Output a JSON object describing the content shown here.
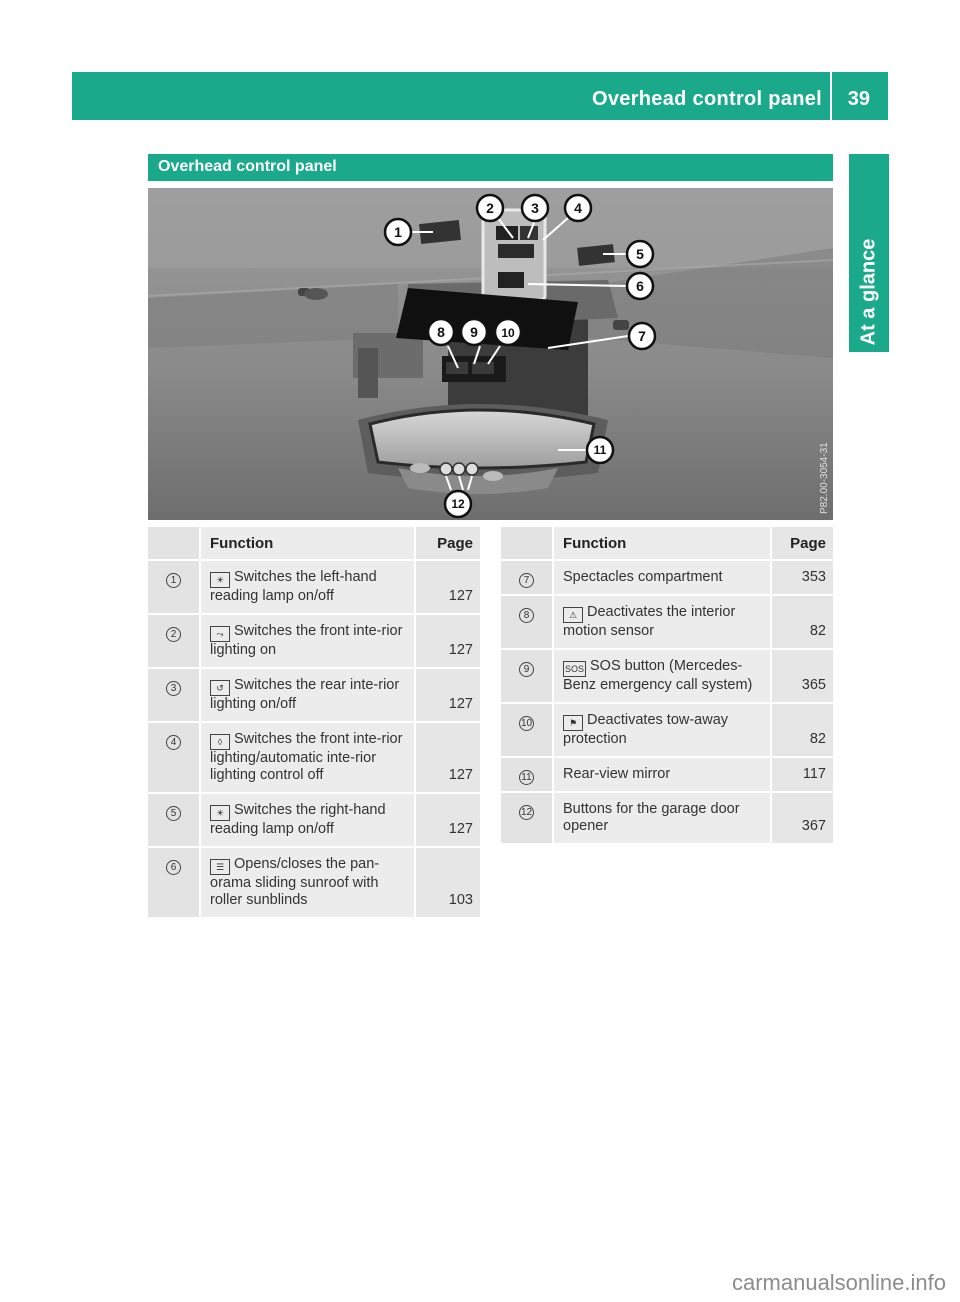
{
  "header": {
    "title": "Overhead control panel",
    "page_number": "39"
  },
  "side_tab": {
    "label": "At a glance"
  },
  "section": {
    "title": "Overhead control panel"
  },
  "figure": {
    "callouts": [
      "1",
      "2",
      "3",
      "4",
      "5",
      "6",
      "7",
      "8",
      "9",
      "10",
      "11",
      "12"
    ],
    "code": "P82.00-3054-31"
  },
  "table_left": {
    "headers": {
      "function": "Function",
      "page": "Page"
    },
    "rows": [
      {
        "num": "1",
        "symbol": "lamp-icon",
        "text": "Switches the left-hand reading lamp on/off",
        "page": "127"
      },
      {
        "num": "2",
        "symbol": "front-light-icon",
        "text": "Switches the front inte-rior lighting on",
        "page": "127"
      },
      {
        "num": "3",
        "symbol": "rear-light-icon",
        "text": "Switches the rear inte-rior lighting on/off",
        "page": "127"
      },
      {
        "num": "4",
        "symbol": "lighting-off-icon",
        "text": "Switches the front inte-rior lighting/automatic inte-rior lighting control off",
        "page": "127"
      },
      {
        "num": "5",
        "symbol": "lamp-icon",
        "text": "Switches the right-hand reading lamp on/off",
        "page": "127"
      },
      {
        "num": "6",
        "symbol": "sunroof-icon",
        "text": "Opens/closes the pan-orama sliding sunroof with roller sunblinds",
        "page": "103"
      }
    ]
  },
  "table_right": {
    "headers": {
      "function": "Function",
      "page": "Page"
    },
    "rows": [
      {
        "num": "7",
        "symbol": "",
        "text": "Spectacles compartment",
        "page": "353"
      },
      {
        "num": "8",
        "symbol": "interior-sensor-off-icon",
        "text": "Deactivates the interior motion sensor",
        "page": "82"
      },
      {
        "num": "9",
        "symbol": "sos-icon",
        "text": "SOS button (Mercedes-Benz emergency call system)",
        "page": "365"
      },
      {
        "num": "10",
        "symbol": "tow-away-off-icon",
        "text": "Deactivates tow-away protection",
        "page": "82"
      },
      {
        "num": "11",
        "symbol": "",
        "text": "Rear-view mirror",
        "page": "117"
      },
      {
        "num": "12",
        "symbol": "",
        "text": "Buttons for the garage door opener",
        "page": "367"
      }
    ]
  },
  "footer": {
    "watermark": "carmanualsonline.info"
  },
  "colors": {
    "accent": "#1aa98a"
  }
}
